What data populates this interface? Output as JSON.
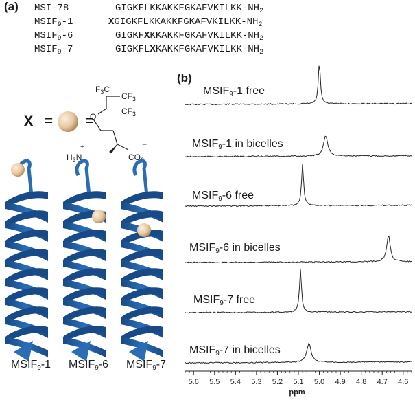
{
  "panel_a": {
    "label": "(a)",
    "sequences": [
      {
        "name": "MSI-78",
        "name_sub": "",
        "name_suffix": "",
        "pre": "GIGKFLKKAKKFGKAFVKILKK-NH",
        "x": "",
        "post": "",
        "tail_sub": "2"
      },
      {
        "name": "MSIF",
        "name_sub": "9",
        "name_suffix": "-1",
        "pre": "",
        "x": "X",
        "post": "GIGKFLKKAKKFGKAFVKILKK-NH",
        "tail_sub": "2"
      },
      {
        "name": "MSIF",
        "name_sub": "9",
        "name_suffix": "-6",
        "pre": "GIGKF",
        "x": "X",
        "post": "KKAKKFGKAFVKILKK-NH",
        "tail_sub": "2"
      },
      {
        "name": "MSIF",
        "name_sub": "9",
        "name_suffix": "-7",
        "pre": "GIGKFL",
        "x": "X",
        "post": "KAKKFGKAFVKILKK-NH",
        "tail_sub": "2"
      }
    ],
    "x_definition": {
      "symbol": "X",
      "eq1": "=",
      "eq2": "="
    },
    "structure_labels": {
      "f3c": "F3C",
      "cf3_top": "CF3",
      "cf3_right": "CF3",
      "o": "O",
      "h3n": "H3N",
      "plus": "+",
      "co2": "CO2",
      "minus": "−"
    },
    "helix_labels": [
      {
        "base": "MSIF",
        "sub": "9",
        "suffix": "-1"
      },
      {
        "base": "MSIF",
        "sub": "9",
        "suffix": "-6"
      },
      {
        "base": "MSIF",
        "sub": "9",
        "suffix": "-7"
      }
    ],
    "colors": {
      "helix": "#2a6db5",
      "helix_dark": "#174a86",
      "sphere": "#e8c9a0",
      "sphere_dark": "#b08a5e"
    }
  },
  "panel_b": {
    "label": "(b)",
    "spectra": [
      {
        "base": "MSIF",
        "sub": "9",
        "suffix": "-1 free",
        "peak_ppm": 5.0,
        "height": 1.0,
        "width": 0.006
      },
      {
        "base": "MSIF",
        "sub": "9",
        "suffix": "-1 in bicelles",
        "peak_ppm": 4.97,
        "height": 0.55,
        "width": 0.012
      },
      {
        "base": "MSIF",
        "sub": "9",
        "suffix": "-6 free",
        "peak_ppm": 5.08,
        "height": 1.0,
        "width": 0.006
      },
      {
        "base": "MSIF",
        "sub": "9",
        "suffix": "-6 in bicelles",
        "peak_ppm": 4.67,
        "height": 0.7,
        "width": 0.01
      },
      {
        "base": "MSIF",
        "sub": "9",
        "suffix": "-7 free",
        "peak_ppm": 5.09,
        "height": 1.0,
        "width": 0.006
      },
      {
        "base": "MSIF",
        "sub": "9",
        "suffix": "-7 in bicelles",
        "peak_ppm": 5.05,
        "height": 0.55,
        "width": 0.012
      }
    ],
    "axis": {
      "xlabel": "ppm",
      "ticks": [
        5.6,
        5.5,
        5.4,
        5.3,
        5.2,
        5.1,
        5.0,
        4.9,
        4.8,
        4.7,
        4.6
      ],
      "tick_labels": [
        "5.6",
        "5.5",
        "5.4",
        "5.3",
        "5.2",
        "5.1",
        "5.0",
        "4.9",
        "4.8",
        "4.7",
        "4.6"
      ],
      "xlim": [
        5.64,
        4.56
      ],
      "reversed": true
    }
  }
}
